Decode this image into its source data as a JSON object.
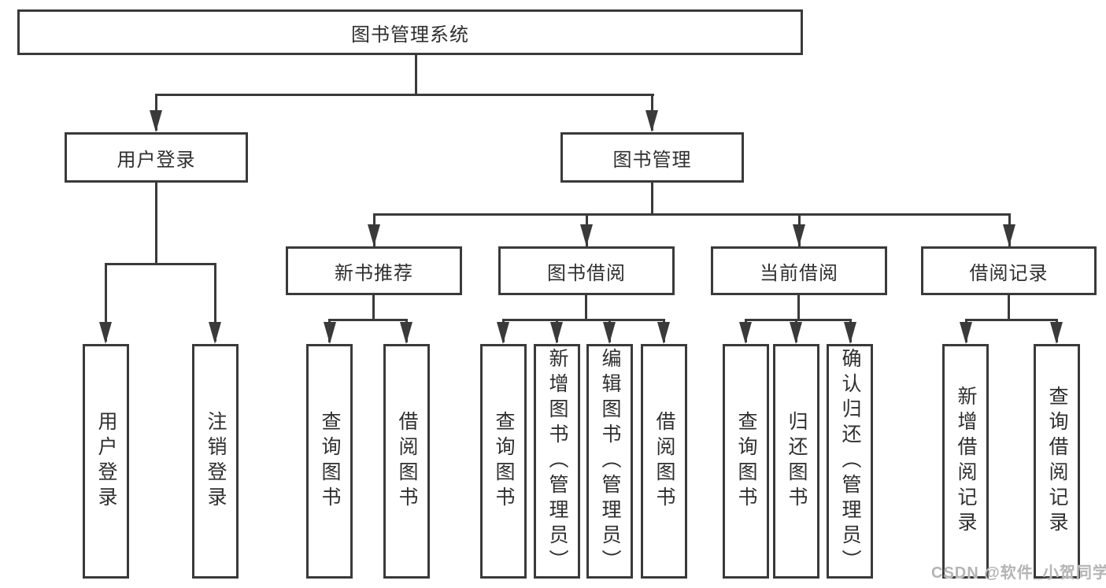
{
  "diagram": {
    "root": {
      "label": "图书管理系统"
    },
    "branches": [
      {
        "label": "用户登录",
        "leaves": [
          {
            "label": "用户登录"
          },
          {
            "label": "注销登录"
          }
        ]
      },
      {
        "label": "图书管理",
        "groups": [
          {
            "label": "新书推荐",
            "leaves": [
              {
                "label": "查询图书"
              },
              {
                "label": "借阅图书"
              }
            ]
          },
          {
            "label": "图书借阅",
            "leaves": [
              {
                "label": "查询图书"
              },
              {
                "label": "新增图书（管理员）"
              },
              {
                "label": "编辑图书（管理员）"
              },
              {
                "label": "借阅图书"
              }
            ]
          },
          {
            "label": "当前借阅",
            "leaves": [
              {
                "label": "查询图书"
              },
              {
                "label": "归还图书"
              },
              {
                "label": "确认归还（管理员）"
              }
            ]
          },
          {
            "label": "借阅记录",
            "leaves": [
              {
                "label": "新增借阅记录"
              },
              {
                "label": "查询借阅记录"
              }
            ]
          }
        ]
      }
    ]
  },
  "watermark": {
    "text": "CSDN @软件_小贺同学"
  },
  "colors": {
    "stroke": "#3a3a3a",
    "text": "#2f2f2f",
    "watermark": "#b4b4b4"
  }
}
